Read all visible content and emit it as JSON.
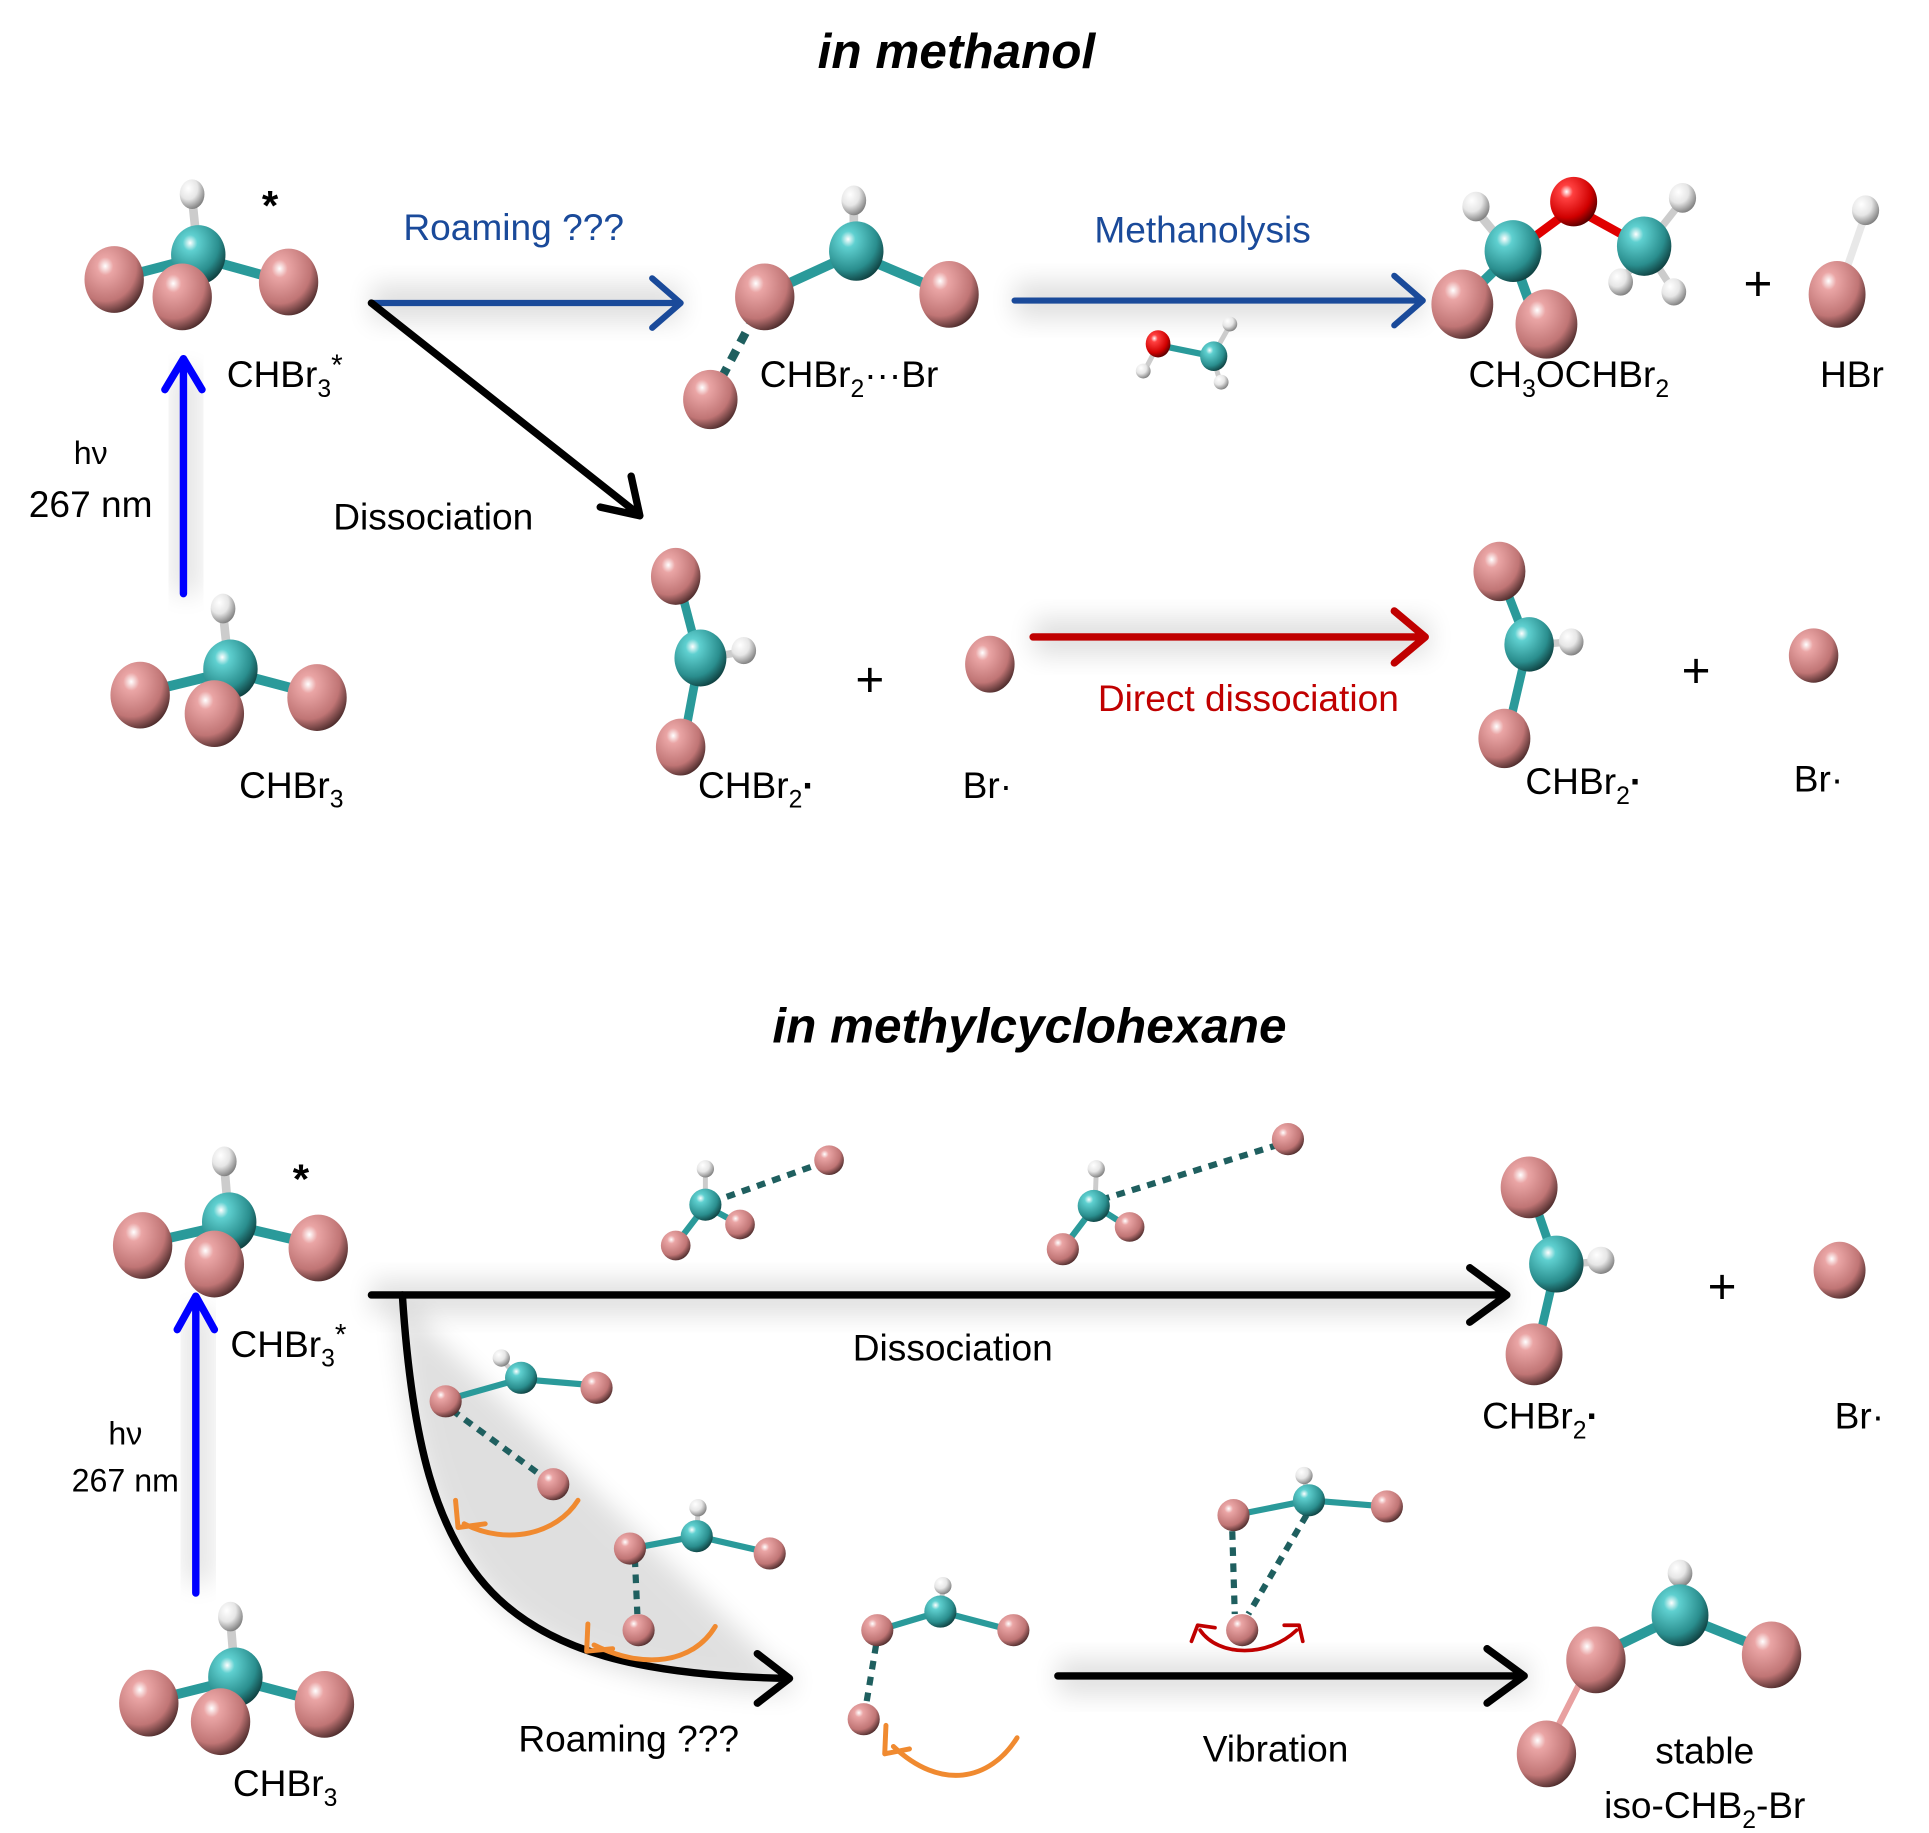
{
  "figure": {
    "panels": [
      {
        "title": "in methanol",
        "reactant": {
          "label_main": "CHBr",
          "label_sub": "3"
        },
        "excited": {
          "label_main": "CHBr",
          "label_sub": "3",
          "label_sup": "*",
          "star": "*"
        },
        "excitation": {
          "line1": "hν",
          "line2": "267 nm",
          "arrow_color": "#0000ff"
        },
        "roaming": {
          "label": "Roaming ???",
          "color": "#1a4a9a"
        },
        "intermediate": {
          "label_a": "CHBr",
          "label_sub": "2",
          "label_b": "···Br"
        },
        "methanolysis": {
          "label": "Methanolysis",
          "color": "#1a4a9a"
        },
        "product1": {
          "label_a": "CH",
          "sub1": "3",
          "label_b": "OCHBr",
          "sub2": "2"
        },
        "product2": {
          "label": "HBr"
        },
        "dissociation": {
          "label": "Dissociation"
        },
        "radical": {
          "label_a": "CHBr",
          "label_sub": "2",
          "label_b": "·"
        },
        "br_radical": {
          "label": "Br·"
        },
        "direct": {
          "label": "Direct dissociation",
          "color": "#c00000"
        },
        "radical2": {
          "label_a": "CHBr",
          "label_sub": "2",
          "label_b": "·"
        },
        "br_radical2": {
          "label": "Br·"
        },
        "plus": "+"
      },
      {
        "title": "in methylcyclohexane",
        "reactant": {
          "label_main": "CHBr",
          "label_sub": "3"
        },
        "excited": {
          "label_main": "CHBr",
          "label_sub": "3",
          "label_sup": "*",
          "star": "*"
        },
        "excitation": {
          "line1": "hν",
          "line2": "267 nm",
          "arrow_color": "#0000ff"
        },
        "dissociation": {
          "label": "Dissociation"
        },
        "radical": {
          "label_a": "CHBr",
          "label_sub": "2",
          "label_b": "·"
        },
        "br_radical": {
          "label": "Br·"
        },
        "roaming": {
          "label": "Roaming ???"
        },
        "vibration": {
          "label": "Vibration"
        },
        "product": {
          "line1": "stable",
          "line2_a": "iso-CHB",
          "line2_sub": "2",
          "line2_b": "-Br"
        },
        "plus": "+"
      }
    ],
    "atom_colors": {
      "carbon": "#2a9a9a",
      "bromine": "#c87878",
      "hydrogen": "#e8e8e8",
      "oxygen": "#e00000"
    }
  }
}
